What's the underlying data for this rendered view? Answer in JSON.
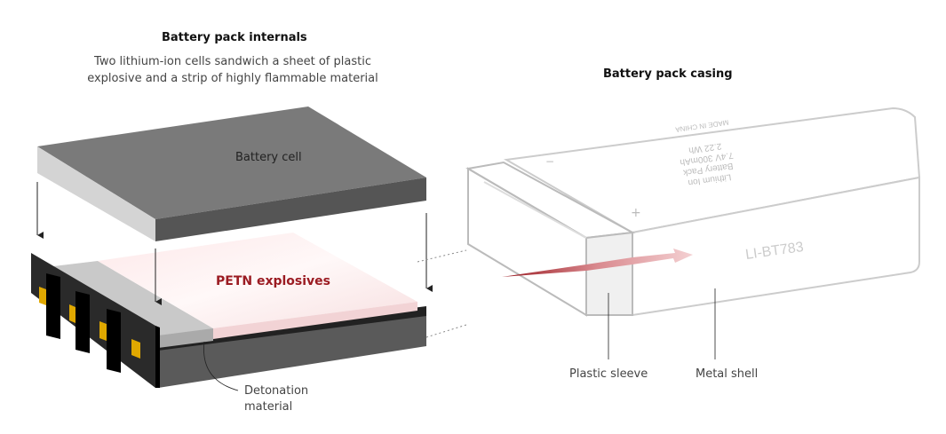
{
  "internals": {
    "title": "Battery pack internals",
    "subtitle_line1": "Two lithium-ion cells sandwich a sheet of plastic",
    "subtitle_line2": "explosive and a strip of highly flammable material",
    "battery_cell_label": "Battery cell",
    "petn_label": "PETN explosives",
    "detonation_line1": "Detonation",
    "detonation_line2": "material"
  },
  "casing": {
    "title": "Battery pack casing",
    "model": "LI-BT783",
    "print_lines": [
      "Lithium Ion",
      "Battery Pack",
      "7.4V 300mAh",
      "2.22 Wh",
      "MADE IN CHINA"
    ],
    "minus": "−",
    "plus": "+",
    "sleeve_label": "Plastic sleeve",
    "shell_label": "Metal shell"
  },
  "colors": {
    "accent": "#9b1b22",
    "pink": "#f7dfe0"
  }
}
